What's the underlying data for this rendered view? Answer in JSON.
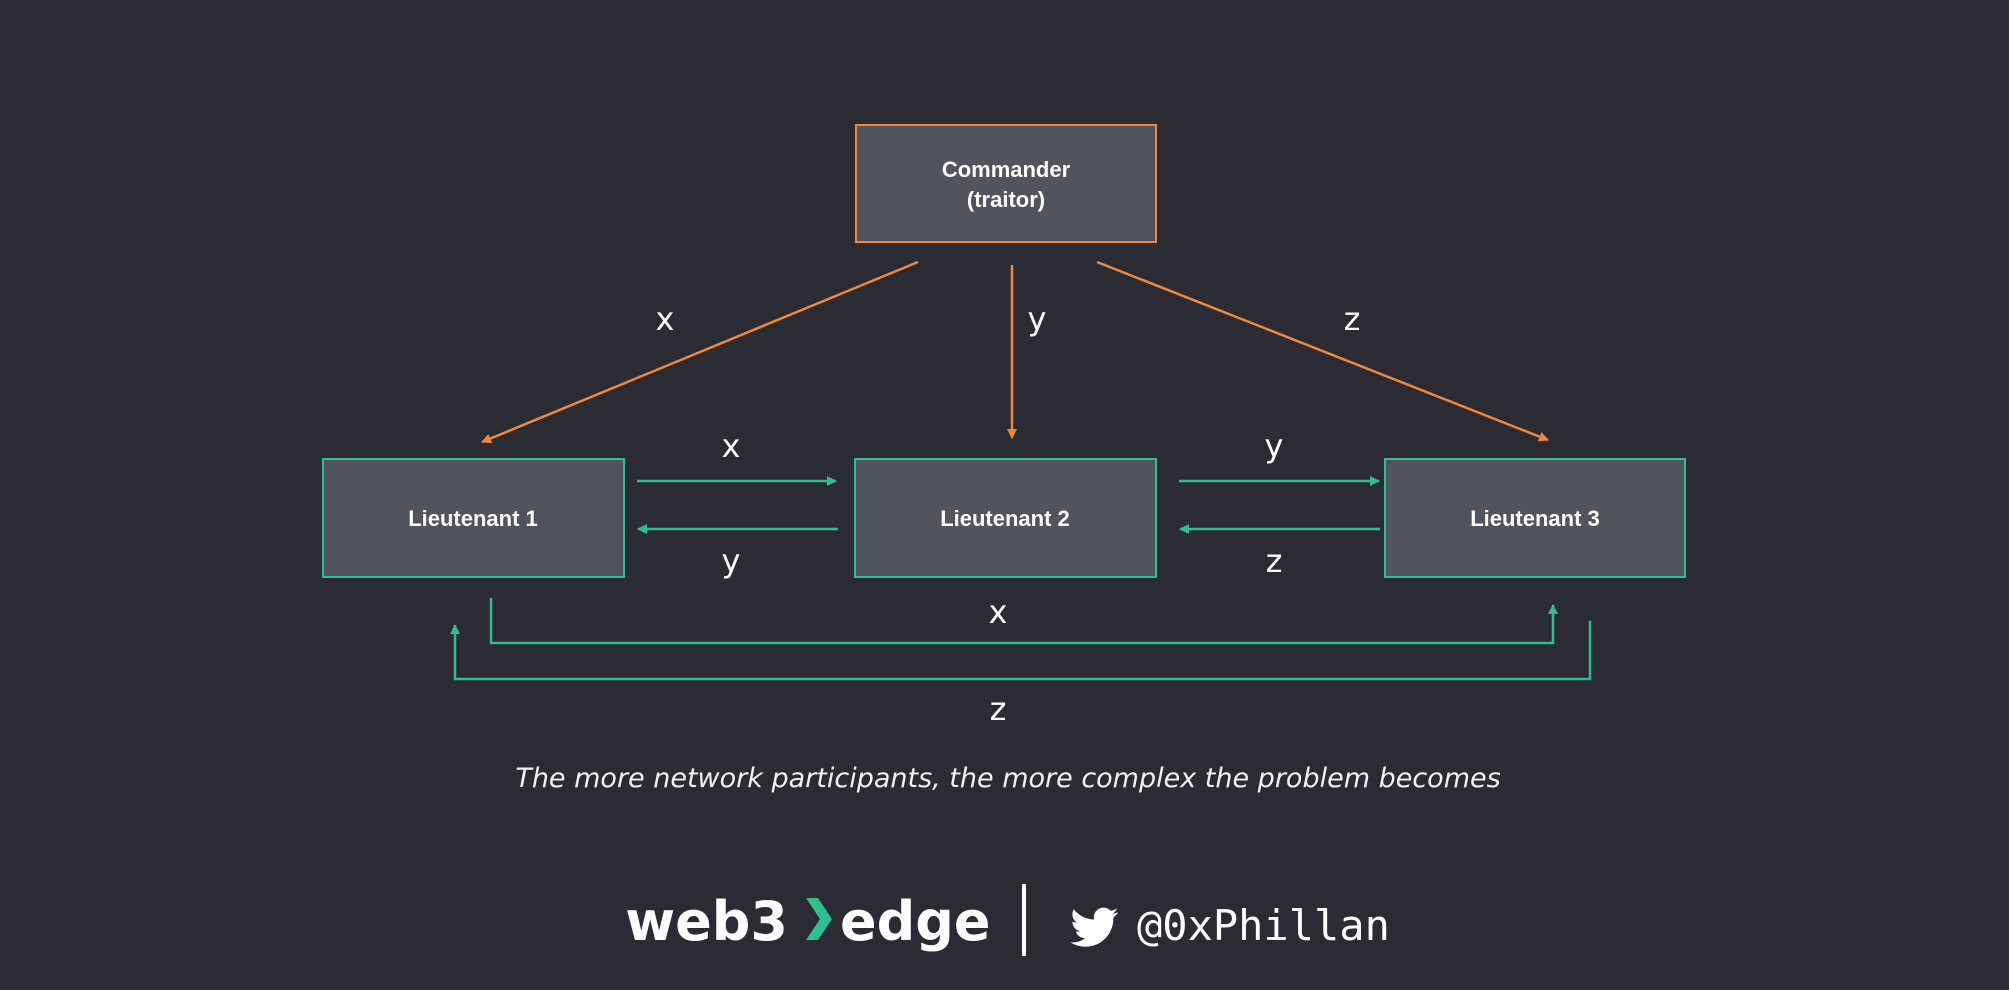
{
  "colors": {
    "background": "#2a2b33",
    "node_fill": "#51545e",
    "commander_border": "#f0883c",
    "lieutenant_border": "#2fbf8f",
    "orange_edge": "#f0883c",
    "green_edge": "#2fbf8f",
    "text": "#ffffff"
  },
  "nodes": {
    "commander": {
      "line1": "Commander",
      "line2": "(traitor)"
    },
    "lieutenant1": {
      "label": "Lieutenant 1"
    },
    "lieutenant2": {
      "label": "Lieutenant 2"
    },
    "lieutenant3": {
      "label": "Lieutenant 3"
    }
  },
  "edges": {
    "commander_to_l1": "x",
    "commander_to_l2": "y",
    "commander_to_l3": "z",
    "l1_to_l2": "x",
    "l2_to_l1": "y",
    "l2_to_l3": "y",
    "l3_to_l2": "z",
    "l1_to_l3": "x",
    "l3_to_l1": "z"
  },
  "caption": "The more network participants, the more complex the problem becomes",
  "footer": {
    "brand_left": "web3",
    "brand_right": "edge",
    "brand_icon": "chevron-right-icon",
    "social_icon": "twitter-bird-icon",
    "handle": "@0xPhillan"
  }
}
